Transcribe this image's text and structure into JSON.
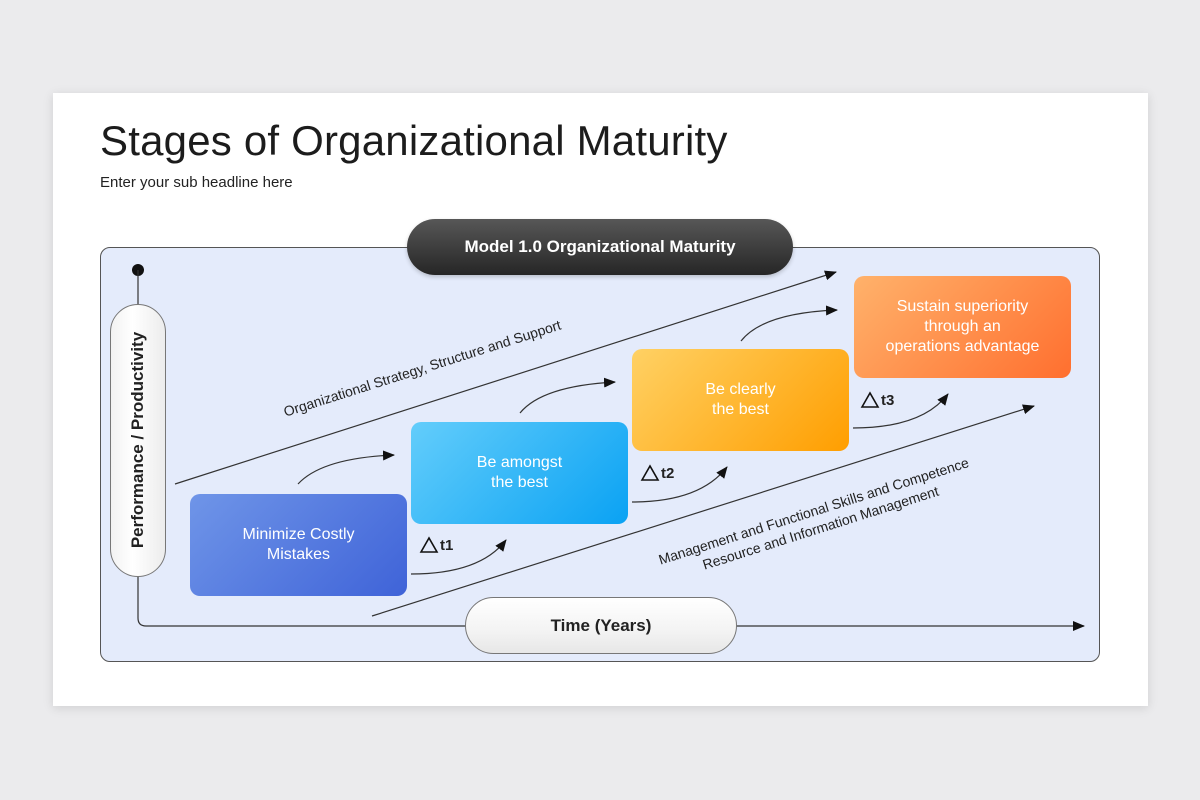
{
  "header": {
    "title": "Stages of Organizational Maturity",
    "subtitle": "Enter your sub headline here"
  },
  "diagram": {
    "model_label": "Model 1.0 Organizational Maturity",
    "y_axis_label": "Performance / Productivity",
    "x_axis_label": "Time (Years)",
    "upper_band_label": "Organizational Strategy, Structure and Support",
    "lower_band_label_1": "Management and Functional Skills and Competence",
    "lower_band_label_2": "Resource and Information Management",
    "stages": [
      {
        "label": "Minimize Costly\nMistakes",
        "color": "#4a6fdc"
      },
      {
        "label": "Be amongst\nthe best",
        "color": "#12a9f5"
      },
      {
        "label": "Be clearly\nthe best",
        "color": "#ffa80f"
      },
      {
        "label": "Sustain superiority\nthrough an\noperations advantage",
        "color": "#ff7d3a"
      }
    ],
    "deltas": [
      "t1",
      "t2",
      "t3"
    ]
  },
  "icons": {
    "delta": "triangle-outline-icon",
    "arrow": "arrowhead-icon"
  }
}
